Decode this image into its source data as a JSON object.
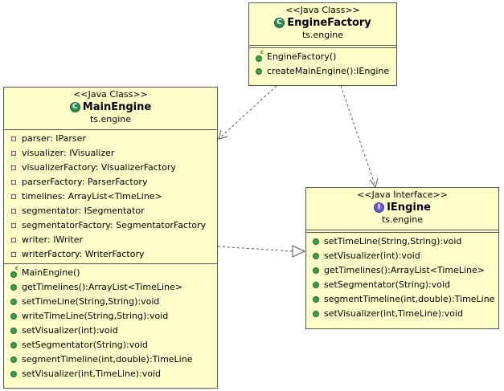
{
  "engine_factory": {
    "stereotype": "<<Java Class>>",
    "name": "EngineFactory",
    "package": "ts.engine",
    "operations": [
      "EngineFactory()",
      "createMainEngine():IEngine"
    ]
  },
  "main_engine": {
    "stereotype": "<<Java Class>>",
    "name": "MainEngine",
    "package": "ts.engine",
    "attributes": [
      "parser: IParser",
      "visualizer: IVisualizer",
      "visualizerFactory: VisualizerFactory",
      "parserFactory: ParserFactory",
      "timelines: ArrayList<TimeLine>",
      "segmentator: ISegmentator",
      "segmentatorFactory: SegmentatorFactory",
      "writer: IWriter",
      "writerFactory: WriterFactory"
    ],
    "operations": [
      "MainEngine()",
      "getTimelines():ArrayList<TimeLine>",
      "setTimeLine(String,String):void",
      "writeTimeLine(String,String):void",
      "setVisualizer(int):void",
      "setSegmentator(String):void",
      "segmentTimeline(int,double):TimeLine",
      "setVisualizer(int,TimeLine):void"
    ]
  },
  "iengine": {
    "stereotype": "<<Java Interface>>",
    "name": "IEngine",
    "package": "ts.engine",
    "operations": [
      "setTimeLine(String,String):void",
      "setVisualizer(int):void",
      "getTimelines():ArrayList<TimeLine>",
      "setSegmentator(String):void",
      "segmentTimeline(int,double):TimeLine",
      "setVisualizer(int,TimeLine):void"
    ]
  },
  "icons": {
    "class_badge": "C",
    "interface_badge": "I",
    "constructor_mark": "c"
  },
  "colors": {
    "box_fill": "#ffffc9",
    "border": "#555555",
    "public_method": "#3c9e4f",
    "private_field": "#c0392b"
  }
}
